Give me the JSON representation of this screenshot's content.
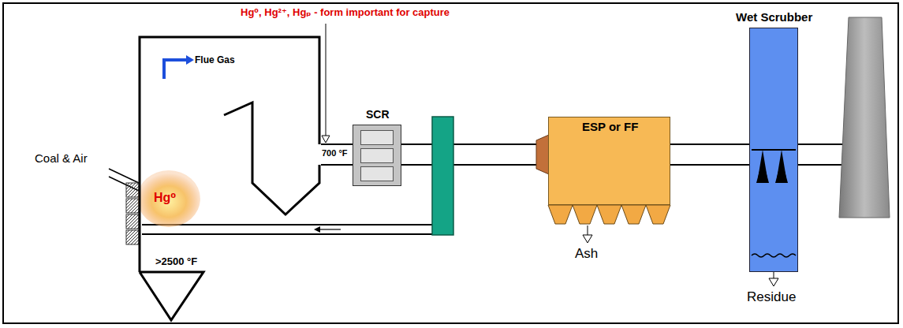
{
  "diagram": {
    "nodes": [
      {
        "text": [
          "Flue Gas",
          "Hg⁰",
          ">2500 °F"
        ]
      },
      {
        "text": [
          "SCR"
        ]
      },
      {
        "text": [
          "ESP or FF"
        ]
      },
      {
        "text": [
          "Wet Scrubber"
        ]
      }
    ],
    "edges": [
      {
        "from": 0,
        "to": 1,
        "arrow": "none"
      },
      {
        "from": 1,
        "to": 2,
        "arrow": "none"
      },
      {
        "from": 2,
        "to": 3,
        "arrow": "none"
      }
    ],
    "labels": [
      "Hg⁰, Hg²⁺, Hgₚ - form important for capture",
      "Coal & Air",
      "700 °F",
      "Ash",
      "Residue"
    ]
  }
}
